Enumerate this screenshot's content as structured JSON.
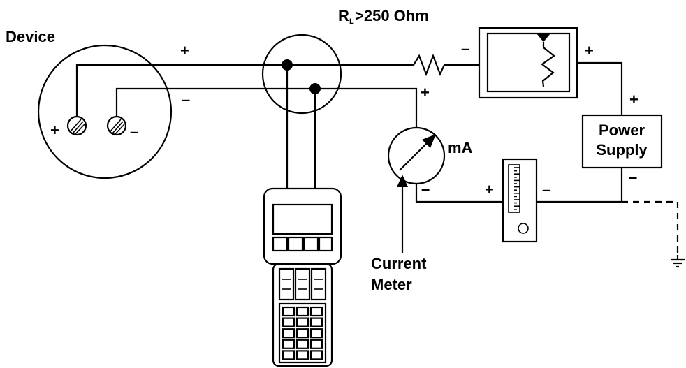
{
  "labels": {
    "device": "Device",
    "resistor_r": "R",
    "resistor_sub": "L",
    "resistor_rest": ">250 Ohm",
    "meter_unit": "mA",
    "current_meter_line1": "Current",
    "current_meter_line2": "Meter",
    "power_supply_line1": "Power",
    "power_supply_line2": "Supply",
    "plus": "+",
    "minus": "–"
  },
  "colors": {
    "ink": "#000000",
    "background": "#ffffff"
  }
}
